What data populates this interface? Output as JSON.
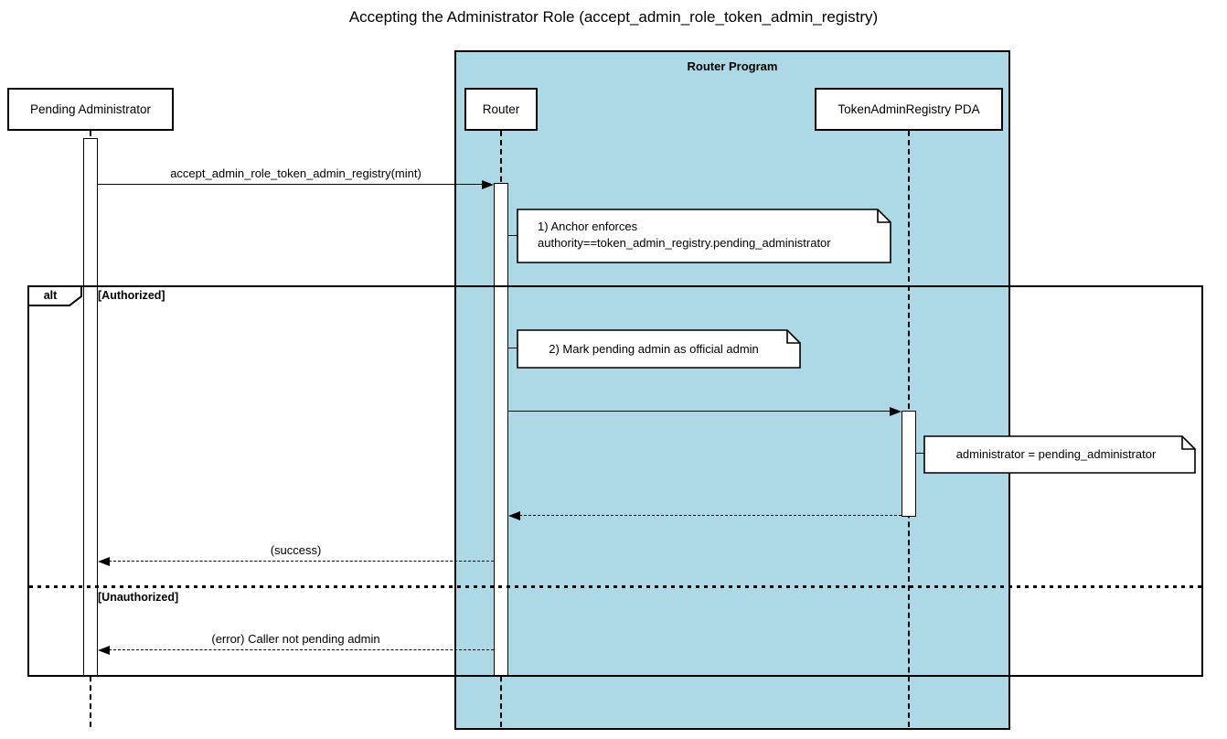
{
  "diagram": {
    "title": "Accepting the Administrator Role (accept_admin_role_token_admin_registry)",
    "container": {
      "label": "Router Program",
      "fill": "#ADD8E6"
    },
    "participants": [
      {
        "name": "Pending Administrator"
      },
      {
        "name": "Router"
      },
      {
        "name": "TokenAdminRegistry PDA"
      }
    ],
    "messages": [
      {
        "label": "accept_admin_role_token_admin_registry(mint)",
        "from": "Pending Administrator",
        "to": "Router",
        "line": "solid"
      },
      {
        "label": "",
        "from": "Router",
        "to": "TokenAdminRegistry PDA",
        "line": "solid"
      },
      {
        "label": "",
        "from": "TokenAdminRegistry PDA",
        "to": "Router",
        "line": "dashed"
      },
      {
        "label": "(success)",
        "from": "Router",
        "to": "Pending Administrator",
        "line": "dashed"
      },
      {
        "label": "(error) Caller not pending admin",
        "from": "Router",
        "to": "Pending Administrator",
        "line": "dashed"
      }
    ],
    "notes": [
      {
        "line1": "1) Anchor enforces",
        "line2": "authority==token_admin_registry.pending_administrator"
      },
      {
        "line1": "2) Mark pending admin as official admin"
      },
      {
        "line1": "administrator = pending_administrator"
      }
    ],
    "alt_frame": {
      "operator": "alt",
      "guard_authorized": "[Authorized]",
      "guard_unauthorized": "[Unauthorized]"
    }
  }
}
